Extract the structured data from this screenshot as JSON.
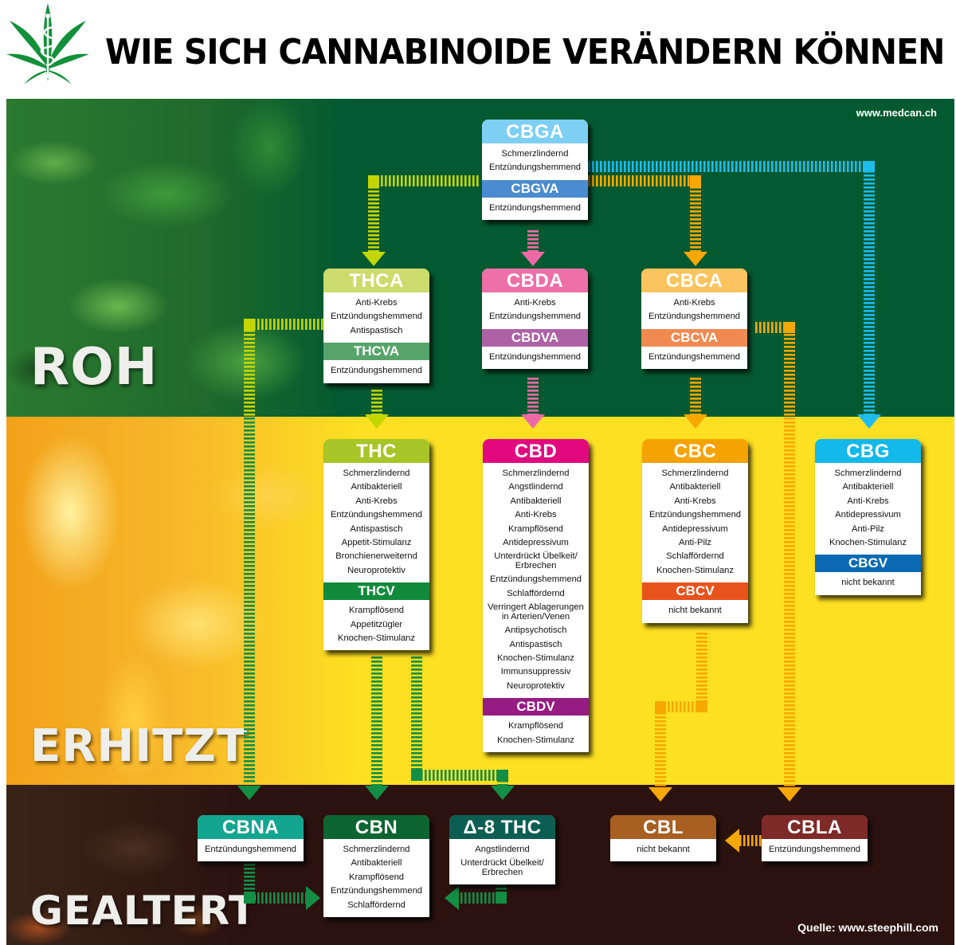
{
  "header": {
    "title": "WIE SICH CANNABINOIDE VERÄNDERN KÖNNEN",
    "logo": "cannabis-leaf-asclepius-icon"
  },
  "credits": {
    "website": "www.medcan.ch",
    "source": "Quelle: www.steephill.com"
  },
  "stages": {
    "roh": "ROH",
    "erhitzt": "ERHITZT",
    "gealtert": "GEALTERT"
  },
  "colors": {
    "roh_bg": "#045a30",
    "erhitzt_bg": "#fde022",
    "gealtert_bg": "#2c120f",
    "arrow_lime": "#c4d600",
    "arrow_pink": "#ee6aa7",
    "arrow_orange": "#f7a800",
    "arrow_blue": "#1ebbee",
    "arrow_green": "#138e45"
  },
  "boxes": {
    "cbga": {
      "name": "CBGA",
      "color": "#7ecff4",
      "effects": [
        "Schmerzlindernd",
        "Entzündungshemmend"
      ],
      "variant": {
        "name": "CBGVA",
        "color": "#4a8ccf",
        "effects": [
          "Entzündungshemmend"
        ]
      }
    },
    "thca": {
      "name": "THCA",
      "color": "#cbdb6c",
      "effects": [
        "Anti-Krebs",
        "Entzündungshemmend",
        "Antispastisch"
      ],
      "variant": {
        "name": "THCVA",
        "color": "#56a46a",
        "effects": [
          "Entzündungshemmend"
        ]
      }
    },
    "cbda": {
      "name": "CBDA",
      "color": "#ee70a8",
      "effects": [
        "Anti-Krebs",
        "Entzündungshemmend"
      ],
      "variant": {
        "name": "CBDVA",
        "color": "#ae62a6",
        "effects": [
          "Entzündungshemmend"
        ]
      }
    },
    "cbca": {
      "name": "CBCA",
      "color": "#fcc45e",
      "effects": [
        "Anti-Krebs",
        "Entzündungshemmend"
      ],
      "variant": {
        "name": "CBCVA",
        "color": "#f08a50",
        "effects": [
          "Entzündungshemmend"
        ]
      }
    },
    "thc": {
      "name": "THC",
      "color": "#a7c526",
      "effects": [
        "Schmerzlindernd",
        "Antibakteriell",
        "Anti-Krebs",
        "Entzündungshemmend",
        "Antispastisch",
        "Appetit-Stimulanz",
        "Bronchienerweiternd",
        "Neuroprotektiv"
      ],
      "variant": {
        "name": "THCV",
        "color": "#118a3c",
        "effects": [
          "Krampflösend",
          "Appetitzügler",
          "Knochen-Stimulanz"
        ]
      }
    },
    "cbd": {
      "name": "CBD",
      "color": "#e2097f",
      "effects": [
        "Schmerzlindernd",
        "Angstlindernd",
        "Antibakteriell",
        "Anti-Krebs",
        "Krampflösend",
        "Antidepressivum",
        "Unterdrückt Übelkeit/\nErbrechen",
        "Entzündungshemmend",
        "Schlaffördernd",
        "Verringert Ablagerungen\nin Arterien/Venen",
        "Antipsychotisch",
        "Antispastisch",
        "Knochen-Stimulanz",
        "Immunsuppressiv",
        "Neuroprotektiv"
      ],
      "variant": {
        "name": "CBDV",
        "color": "#951c82",
        "effects": [
          "Krampflösend",
          "Knochen-Stimulanz"
        ]
      }
    },
    "cbc": {
      "name": "CBC",
      "color": "#f5a300",
      "effects": [
        "Schmerzlindernd",
        "Antibakteriell",
        "Anti-Krebs",
        "Entzündungshemmend",
        "Antidepressivum",
        "Anti-Pilz",
        "Schlaffördernd",
        "Knochen-Stimulanz"
      ],
      "variant": {
        "name": "CBCV",
        "color": "#e8531c",
        "effects": [
          "nicht bekannt"
        ]
      }
    },
    "cbg": {
      "name": "CBG",
      "color": "#12b9ea",
      "effects": [
        "Schmerzlindernd",
        "Antibakteriell",
        "Anti-Krebs",
        "Antidepressivum",
        "Anti-Pilz",
        "Knochen-Stimulanz"
      ],
      "variant": {
        "name": "CBGV",
        "color": "#0a69b2",
        "effects": [
          "nicht bekannt"
        ]
      }
    },
    "cbna": {
      "name": "CBNA",
      "color": "#13a58f",
      "effects": [
        "Entzündungshemmend"
      ]
    },
    "cbn": {
      "name": "CBN",
      "color": "#0c6531",
      "effects": [
        "Schmerzlindernd",
        "Antibakteriell",
        "Krampflösend",
        "Entzündungshemmend",
        "Schlaffördernd"
      ]
    },
    "d8thc": {
      "name": "Δ-8 THC",
      "color": "#0c5e52",
      "effects": [
        "Angstlindernd",
        "Unterdrückt Übelkeit/\nErbrechen"
      ]
    },
    "cbl": {
      "name": "CBL",
      "color": "#a85f22",
      "effects": [
        "nicht bekannt"
      ]
    },
    "cbla": {
      "name": "CBLA",
      "color": "#7e2a28",
      "effects": [
        "Entzündungshemmend"
      ]
    }
  }
}
